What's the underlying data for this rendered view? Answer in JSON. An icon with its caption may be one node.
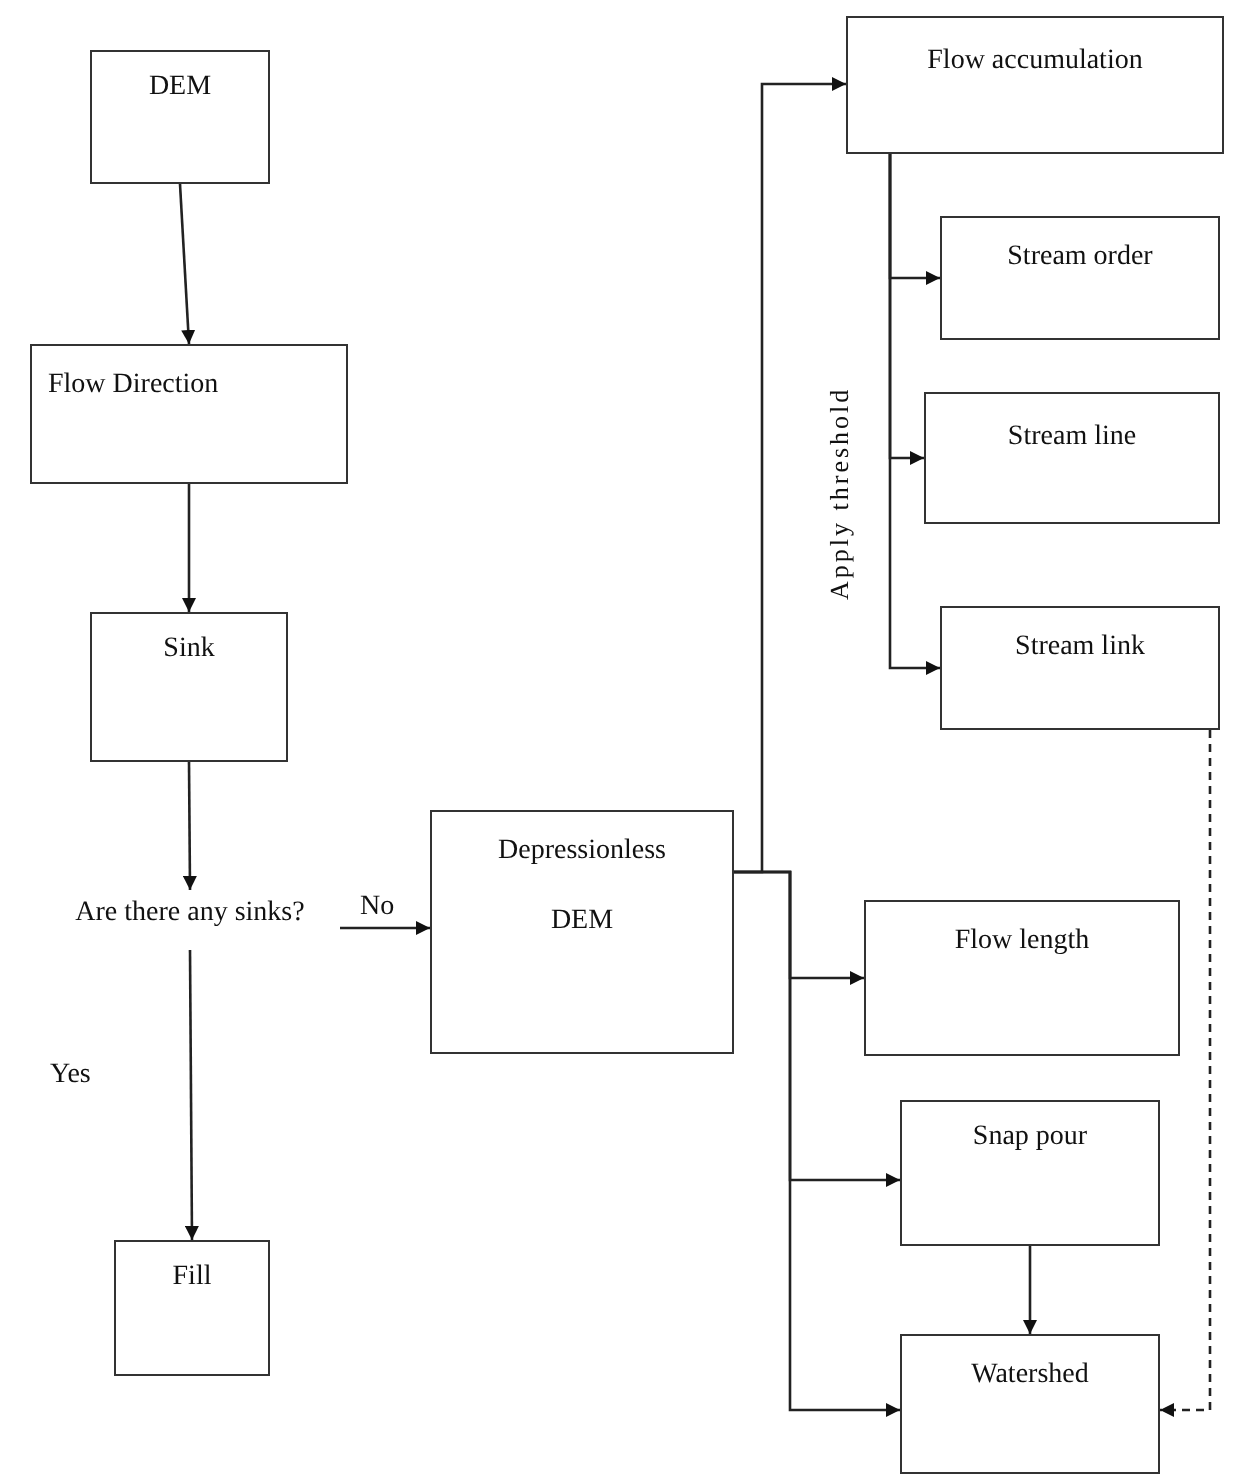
{
  "diagram": {
    "nodes": [
      {
        "text": [
          "DEM"
        ]
      },
      {
        "text": [
          "Flow Direction"
        ]
      },
      {
        "text": [
          "Sink"
        ]
      },
      {
        "text": [
          "Are there any sinks?"
        ]
      },
      {
        "text": [
          "Fill"
        ]
      },
      {
        "text": [
          "Depressionless",
          "DEM"
        ]
      },
      {
        "text": [
          "Flow accumulation"
        ]
      },
      {
        "text": [
          "Stream order"
        ]
      },
      {
        "text": [
          "Stream line"
        ]
      },
      {
        "text": [
          "Stream link"
        ]
      },
      {
        "text": [
          "Flow length"
        ]
      },
      {
        "text": [
          "Snap pour"
        ]
      },
      {
        "text": [
          "Watershed"
        ]
      }
    ],
    "edges": [
      {
        "from": 0,
        "to": 1,
        "arrow": "to"
      },
      {
        "from": 1,
        "to": 2,
        "arrow": "to"
      },
      {
        "from": 2,
        "to": 3,
        "arrow": "to"
      },
      {
        "from": 3,
        "to": 4,
        "arrow": "to",
        "label": "Yes"
      },
      {
        "from": 3,
        "to": 5,
        "arrow": "to",
        "label": "No"
      },
      {
        "from": 5,
        "to": 6,
        "arrow": "to"
      },
      {
        "from": 6,
        "to": 7,
        "arrow": "to"
      },
      {
        "from": 6,
        "to": 8,
        "arrow": "to"
      },
      {
        "from": 6,
        "to": 9,
        "arrow": "to"
      },
      {
        "from": 5,
        "to": 10,
        "arrow": "to"
      },
      {
        "from": 5,
        "to": 11,
        "arrow": "to"
      },
      {
        "from": 5,
        "to": 12,
        "arrow": "to"
      },
      {
        "from": 11,
        "to": 12,
        "arrow": "to"
      },
      {
        "from": 9,
        "to": 12,
        "arrow": "to",
        "style": "dashed"
      }
    ],
    "labels": [
      "Apply threshold"
    ]
  }
}
